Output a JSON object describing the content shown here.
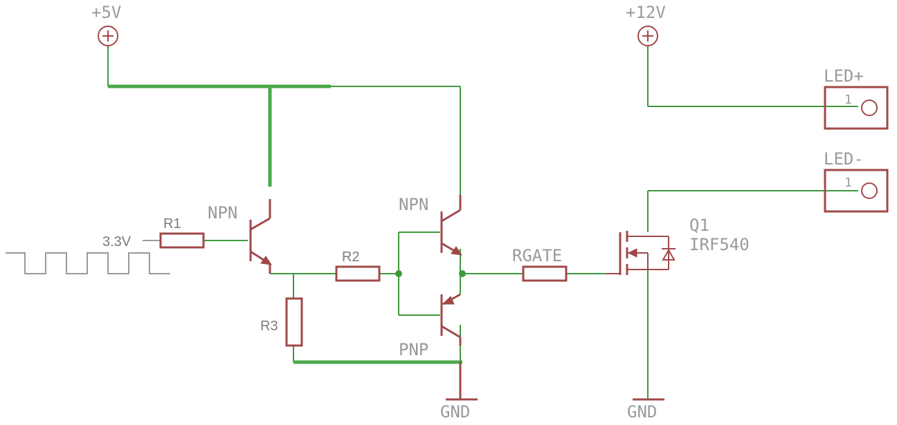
{
  "power": {
    "v5": "+5V",
    "v12": "+12V",
    "gnd_left": "GND",
    "gnd_right": "GND"
  },
  "resistors": {
    "r1": "R1",
    "r2": "R2",
    "r3": "R3",
    "rgate": "RGATE"
  },
  "transistors": {
    "q_input": "NPN",
    "q_push": "NPN",
    "q_pull": "PNP",
    "mosfet_name": "Q1",
    "mosfet_value": "IRF540"
  },
  "input": {
    "level": "3.3V"
  },
  "connectors": {
    "led_plus": "LED+",
    "led_minus": "LED-",
    "pin_plus": "1",
    "pin_minus": "1"
  },
  "colors": {
    "wire": "#3c9a3c",
    "component": "#a04848",
    "label": "#9a9a9a"
  }
}
